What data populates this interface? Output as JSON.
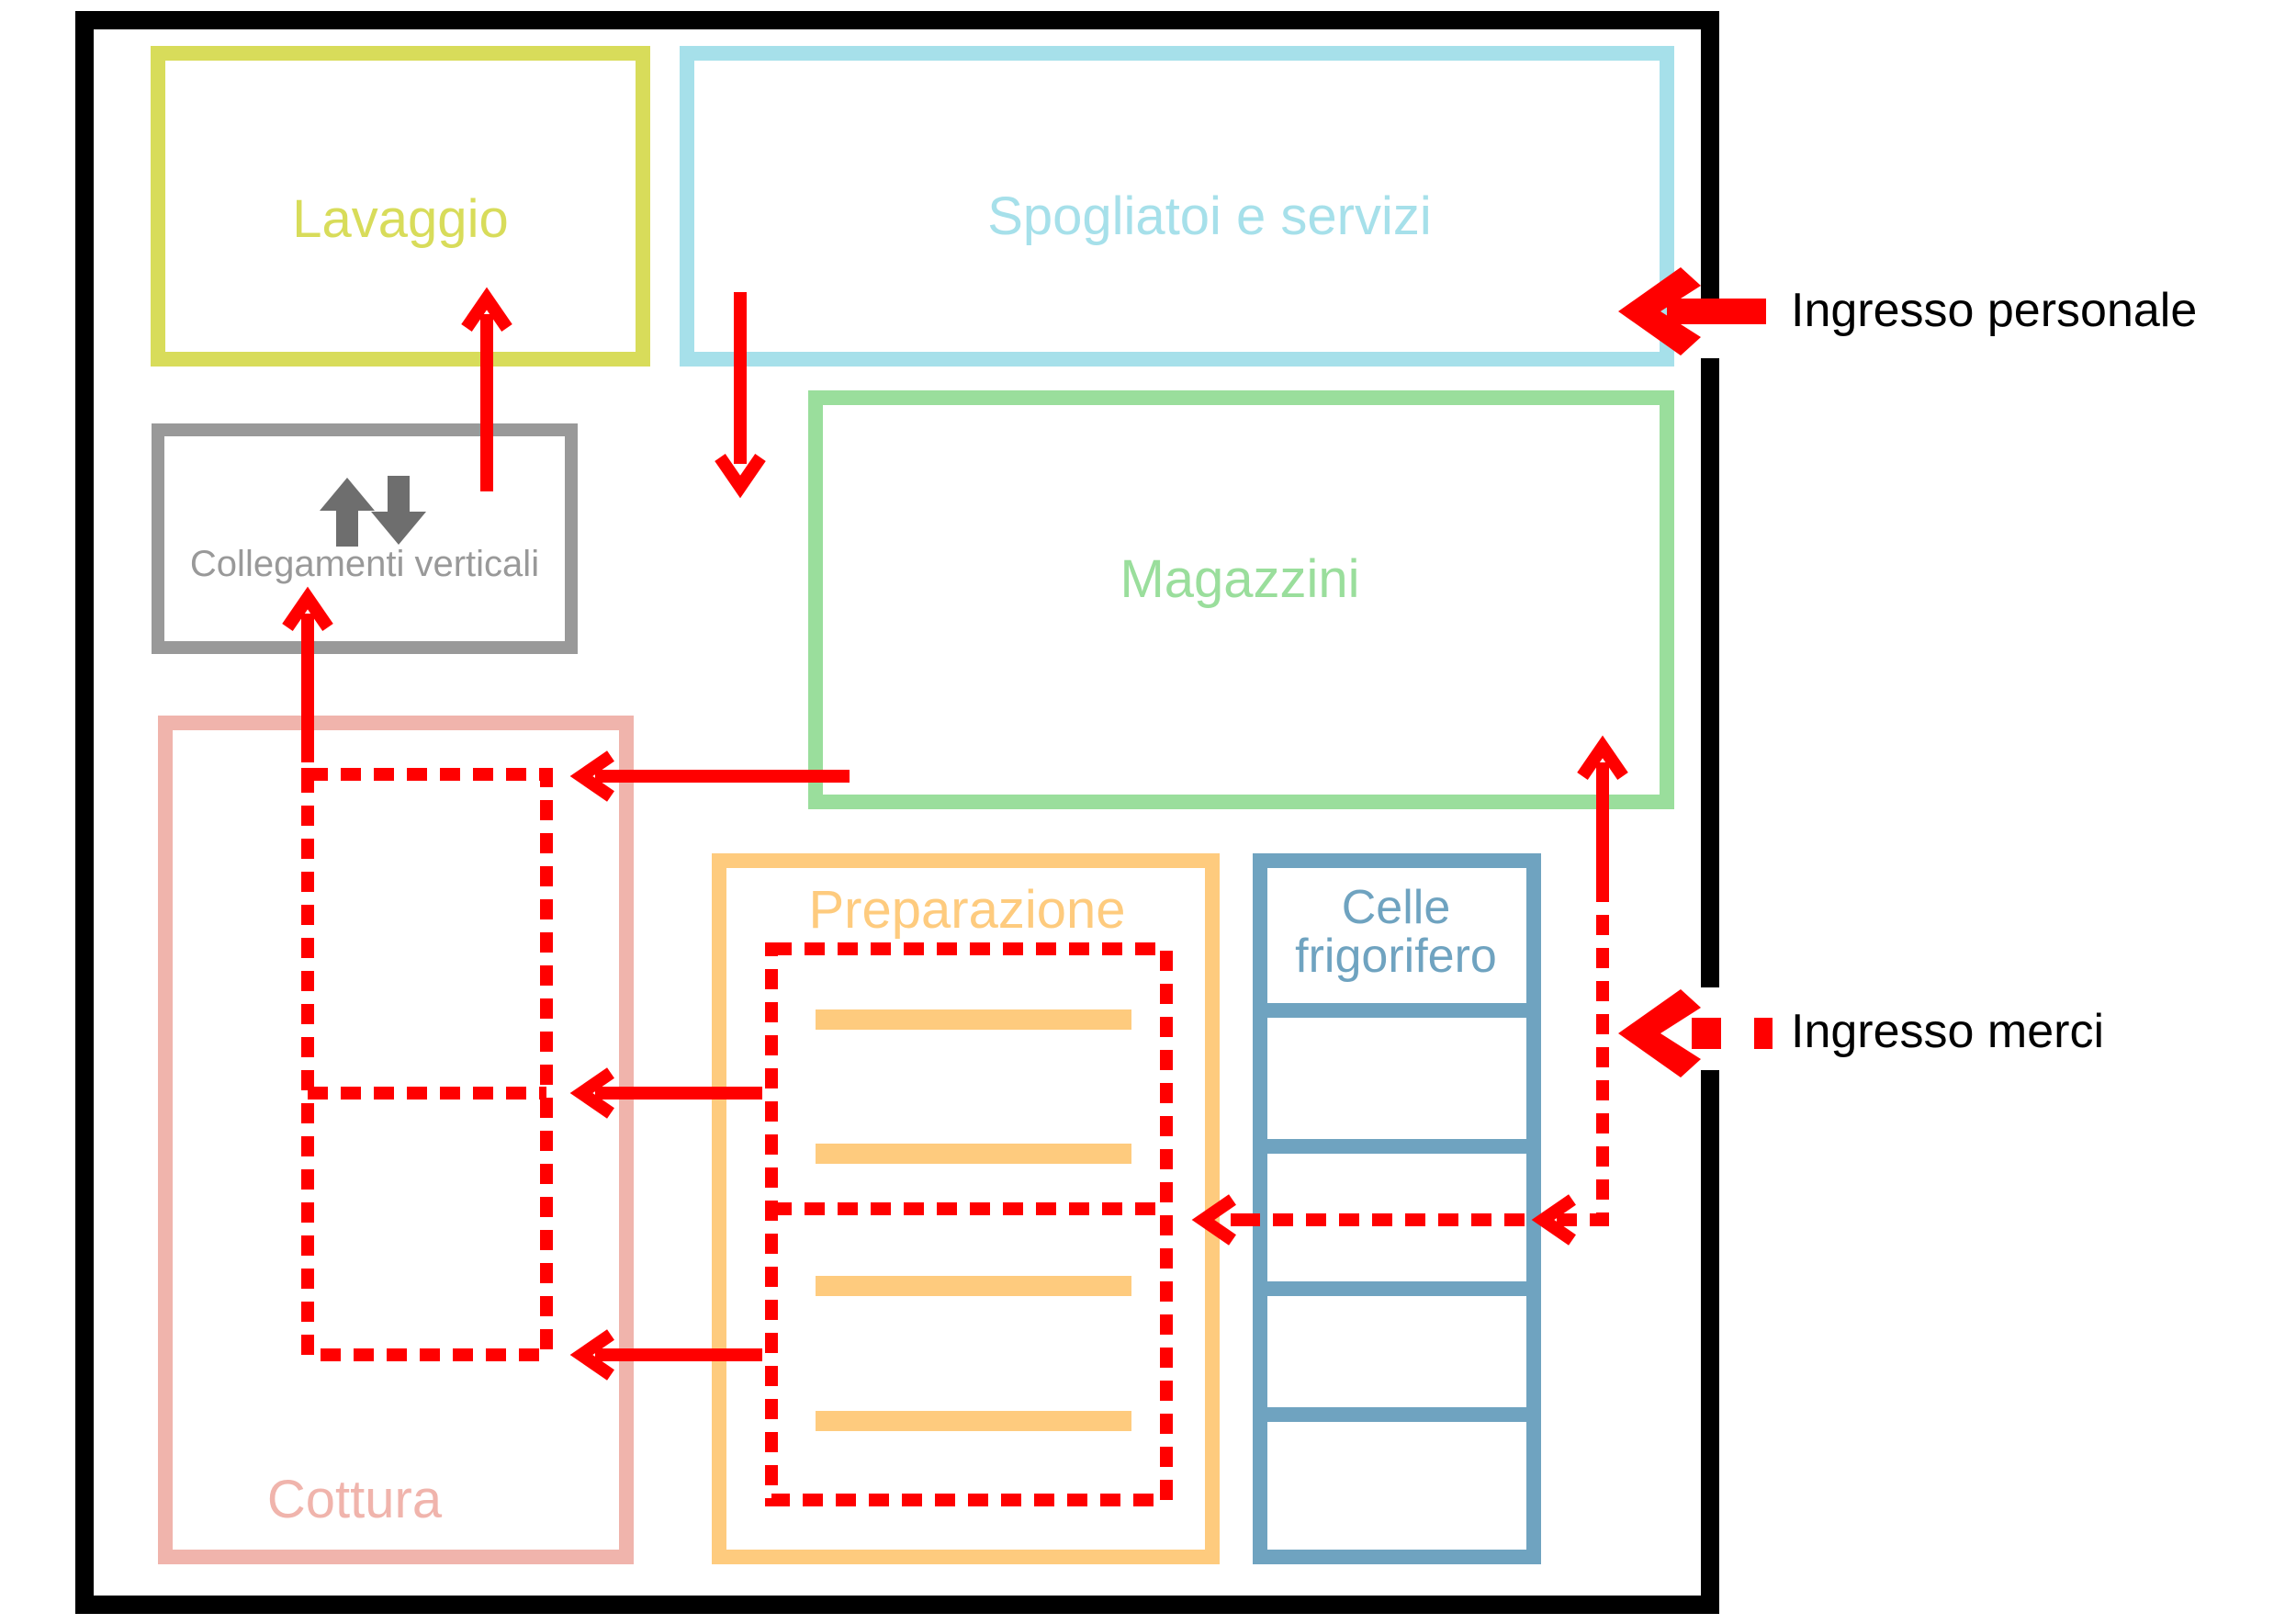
{
  "rooms": {
    "lavaggio": {
      "label": "Lavaggio",
      "color": "#d8dc5a"
    },
    "spogliatoi": {
      "label": "Spogliatoi e servizi",
      "color": "#a6e0ea"
    },
    "collegamenti": {
      "label": "Collegamenti verticali",
      "color": "#999999",
      "icon": "up-down-arrows-icon"
    },
    "magazzini": {
      "label": "Magazzini",
      "color": "#9ade9c"
    },
    "cottura": {
      "label": "Cottura",
      "color": "#f0b4ac"
    },
    "preparazione": {
      "label": "Preparazione",
      "color": "#fecb7e"
    },
    "celle": {
      "label_line1": "Celle",
      "label_line2": "frigorifero",
      "color": "#6fa3c0"
    }
  },
  "entrances": {
    "personale": {
      "label": "Ingresso personale"
    },
    "merci": {
      "label": "Ingresso merci"
    }
  },
  "colors": {
    "outline": "#000000",
    "flow": "#ff0000",
    "icon": "#6e6e6e"
  }
}
